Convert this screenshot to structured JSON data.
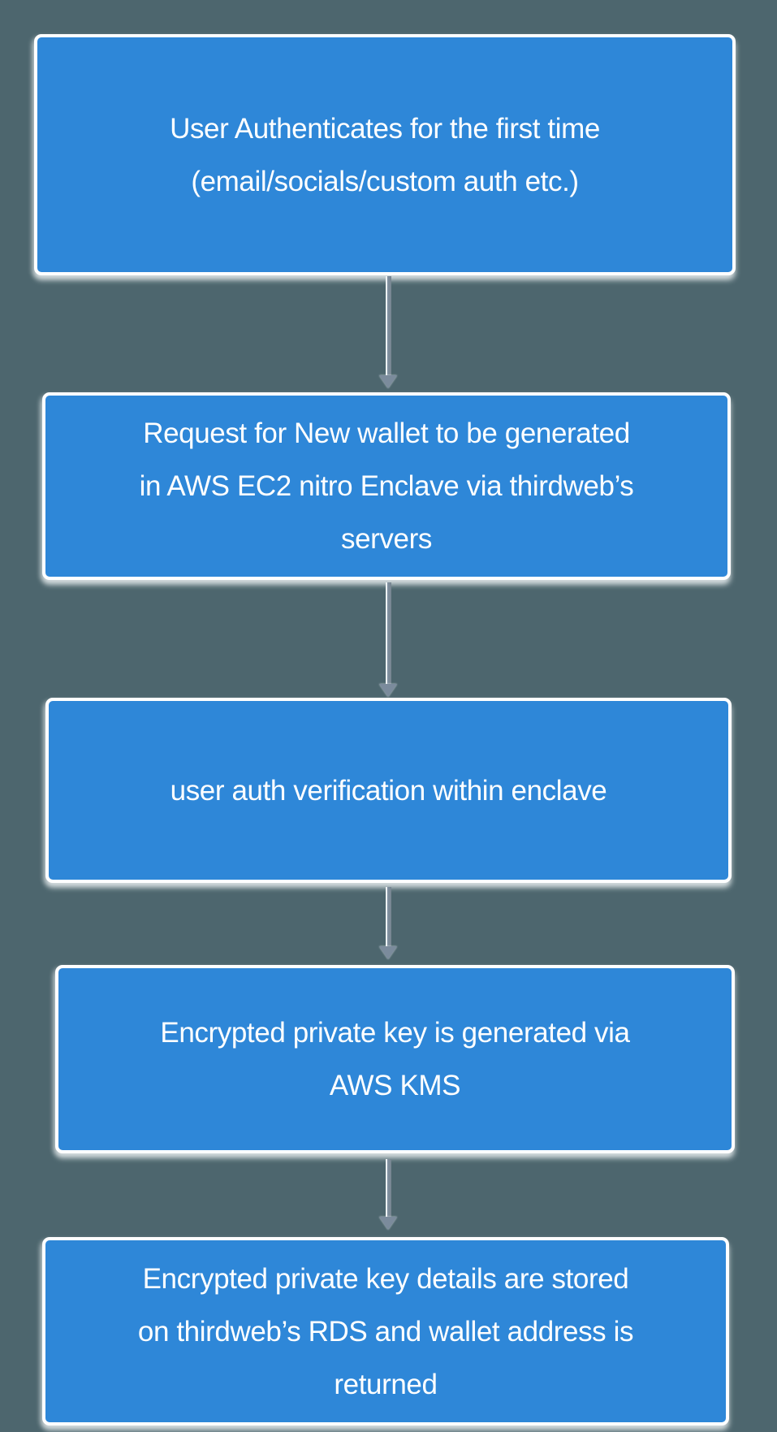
{
  "diagram": {
    "type": "flowchart",
    "direction": "top-down",
    "colors": {
      "background": "#4d666e",
      "box-fill": "#2e87d8",
      "box-border": "#ffffff",
      "text": "#ffffff",
      "arrow": "#8494a4",
      "arrow-head": "#7b8b9c"
    },
    "steps": [
      {
        "label": "User Authenticates for the first time\n(email/socials/custom auth etc.)"
      },
      {
        "label": "Request for New wallet to be generated\nin AWS EC2 nitro Enclave via thirdweb’s\nservers"
      },
      {
        "label": "user auth verification within enclave"
      },
      {
        "label": "Encrypted private key is generated via\nAWS KMS"
      },
      {
        "label": "Encrypted private key details are stored\non thirdweb’s RDS and wallet address is\nreturned"
      }
    ],
    "connectors": [
      {
        "from": 1,
        "to": 2,
        "type": "arrow-down"
      },
      {
        "from": 2,
        "to": 3,
        "type": "arrow-down"
      },
      {
        "from": 3,
        "to": 4,
        "type": "arrow-down"
      },
      {
        "from": 4,
        "to": 5,
        "type": "arrow-down"
      }
    ]
  }
}
